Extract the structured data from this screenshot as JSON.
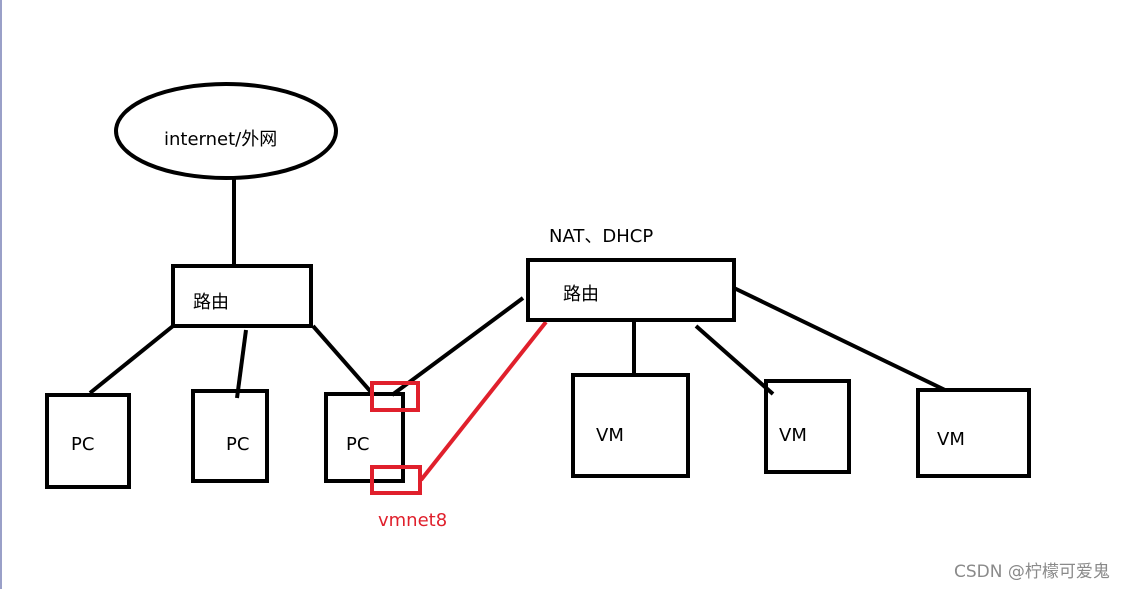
{
  "diagram": {
    "internet_label": "internet/外网",
    "router_left_label": "路由",
    "router_right_label": "路由",
    "nat_dhcp_label": "NAT、DHCP",
    "pc_labels": [
      "PC",
      "PC",
      "PC"
    ],
    "vm_labels": [
      "VM",
      "VM",
      "VM"
    ],
    "vmnet_label": "vmnet8",
    "watermark": "CSDN @柠檬可爱鬼",
    "colors": {
      "line": "#000000",
      "highlight": "#e0202c",
      "watermark": "#8a8a8a"
    }
  }
}
